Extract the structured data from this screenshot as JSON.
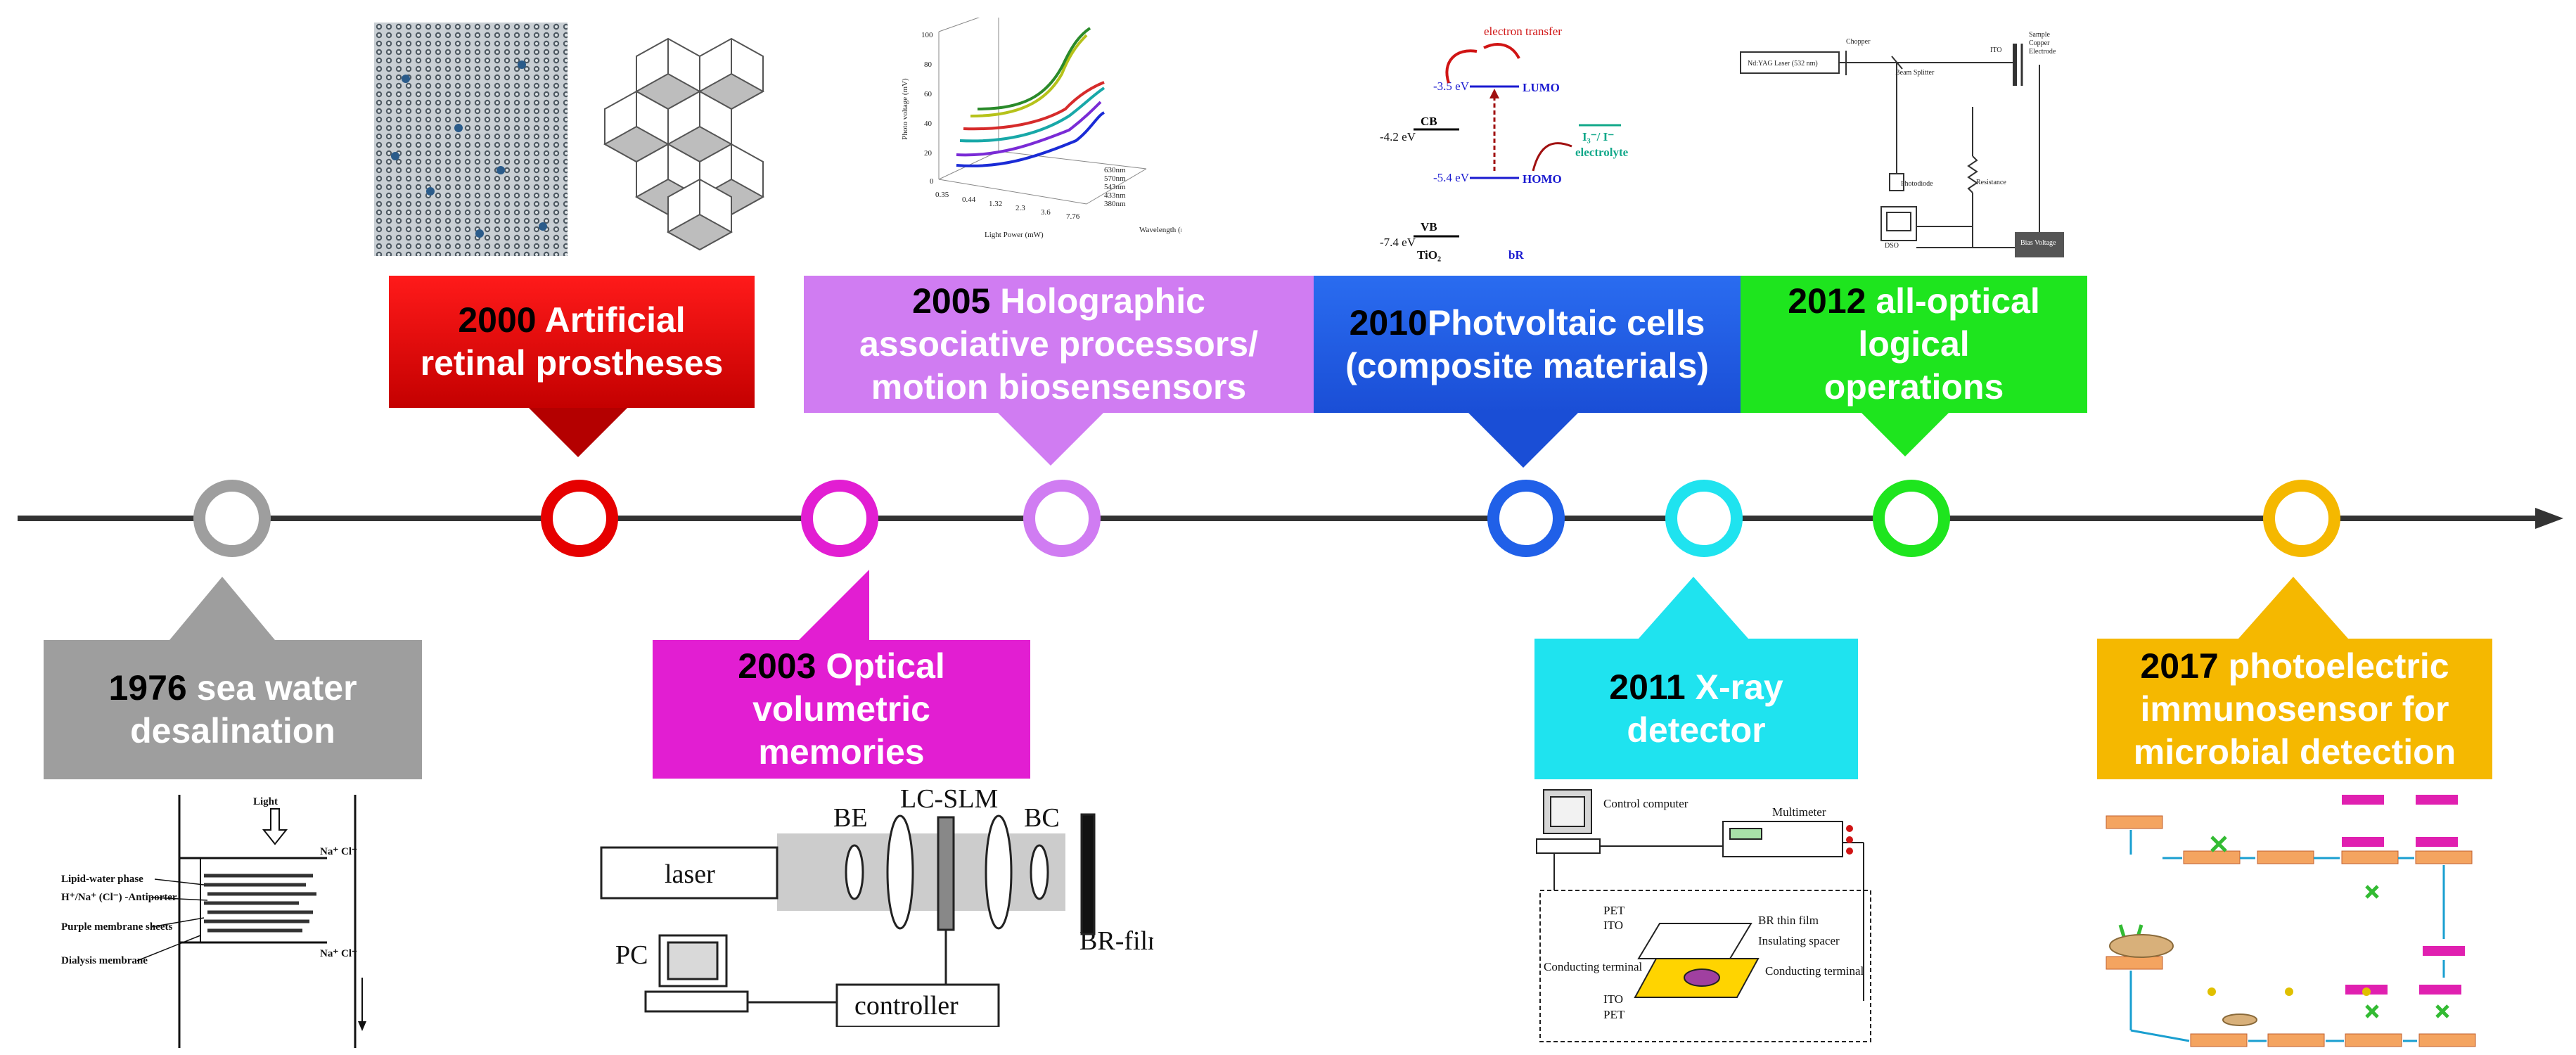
{
  "events": [
    {
      "id": "1976",
      "year": "1976",
      "title_lines": [
        "sea water",
        "desalination"
      ],
      "color": "#9e9e9e"
    },
    {
      "id": "2000",
      "year": "2000",
      "title_lines": [
        "Artificial",
        "retinal prostheses"
      ],
      "color": "#e60000"
    },
    {
      "id": "2003",
      "year": "2003",
      "title_lines": [
        "Optical",
        "volumetric",
        "memories"
      ],
      "color": "#e21ed2"
    },
    {
      "id": "2005",
      "year": "2005",
      "title_lines": [
        "Holographic",
        "associative processors/",
        "motion biosensensors"
      ],
      "color": "#d07cf2"
    },
    {
      "id": "2010",
      "year": "2010",
      "title_lines": [
        "Photvoltaic cells",
        "(composite materials)"
      ],
      "color": "#2060e8"
    },
    {
      "id": "2011",
      "year": "2011",
      "title_lines": [
        "X-ray",
        "detector"
      ],
      "color": "#1fe3ef"
    },
    {
      "id": "2012",
      "year": "2012",
      "title_lines": [
        "all-optical",
        "logical",
        "operations"
      ],
      "color": "#1ee51e"
    },
    {
      "id": "2017",
      "year": "2017",
      "title_lines": [
        "photoelectric",
        "immunosensor for",
        "microbial detection"
      ],
      "color": "#f5b800"
    }
  ],
  "timeline_color": "#333333",
  "desalination_labels": {
    "light": "Light",
    "naplus_top": "Na⁺ Cl⁻",
    "lipid": "Lipid-water phase",
    "antiporter": "H⁺/Na⁺ (Cl⁻) -Antiporter",
    "purple": "Purple membrane sheets",
    "dialysis": "Dialysis membrane",
    "naplus_bottom": "Na⁺ Cl⁻"
  },
  "photovoltage_labels": {
    "yaxis": "Photo voltage (mV)",
    "xaxis": "Light Power (mW)",
    "zaxis": "Wavelength (nm)",
    "yticks": [
      "100",
      "80",
      "60",
      "40",
      "20",
      "0"
    ],
    "xticks": [
      "0.35",
      "0.44",
      "1.32",
      "2.3",
      "3.6",
      "7.76"
    ],
    "wavelengths": [
      "630nm",
      "570nm",
      "543nm",
      "433nm",
      "380nm"
    ]
  },
  "energy_labels": {
    "electron_transfer": "electron transfer",
    "lumo_ev": "-3.5 eV",
    "lumo": "LUMO",
    "cb_ev": "-4.2 eV",
    "cb": "CB",
    "homo_ev": "-5.4 eV",
    "homo": "HOMO",
    "redox": "I₃⁻/ I⁻",
    "electrolyte": "electrolyte",
    "vb_ev": "-7.4 eV",
    "vb": "VB",
    "tio2": "TiO₂",
    "br": "bR"
  },
  "optical_setup_labels": {
    "laser": "Nd:YAG Laser (532 nm)",
    "chopper": "Chopper",
    "beam_splitter": "Beam Splitter",
    "ito": "ITO",
    "sample": "Sample",
    "copper": "Copper",
    "electrode": "Electrode",
    "photodiode": "Photodiode",
    "resistance": "Resistance",
    "dso": "DSO",
    "bias": "Bias Voltage"
  },
  "memory_setup_labels": {
    "laser": "laser",
    "be": "BE",
    "lcslm": "LC-SLM",
    "bc": "BC",
    "brfilm": "BR-film",
    "pc": "PC",
    "controller": "controller"
  },
  "xray_labels": {
    "computer": "Control computer",
    "multimeter": "Multimeter",
    "pet_top": "PET",
    "ito_top": "ITO",
    "br_film": "BR thin film",
    "spacer": "Insulating spacer",
    "conducting_left": "Conducting terminal",
    "conducting_right": "Conducting terminal",
    "ito_bottom": "ITO",
    "pet_bottom": "PET"
  }
}
